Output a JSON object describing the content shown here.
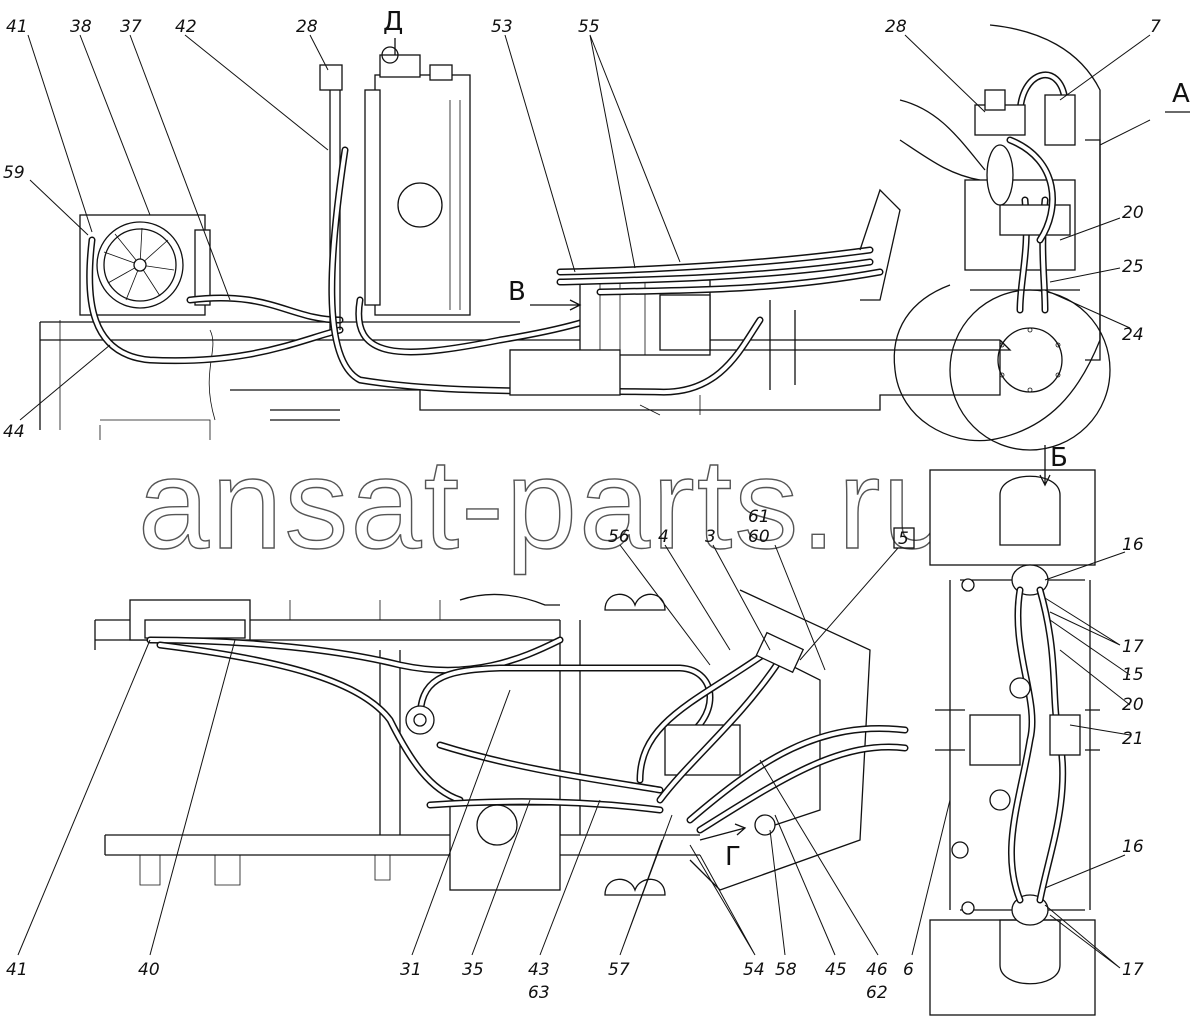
{
  "watermark": "ansat-parts.ru",
  "view_labels": {
    "A": "А",
    "B": "Б",
    "V": "В",
    "G": "Г",
    "D": "Д"
  },
  "boxed_label": "5",
  "callouts_top": [
    "41",
    "38",
    "37",
    "42",
    "28",
    "53",
    "55",
    "59",
    "44"
  ],
  "callouts_right_top": [
    "28",
    "7",
    "20",
    "25",
    "24"
  ],
  "callouts_bottom": [
    "56",
    "4",
    "3",
    "61",
    "60",
    "41",
    "40",
    "31",
    "35",
    "43",
    "63",
    "57",
    "54",
    "58",
    "45",
    "46",
    "62"
  ],
  "callouts_right_bottom": [
    "16",
    "17",
    "15",
    "20",
    "21",
    "6",
    "16",
    "17"
  ]
}
